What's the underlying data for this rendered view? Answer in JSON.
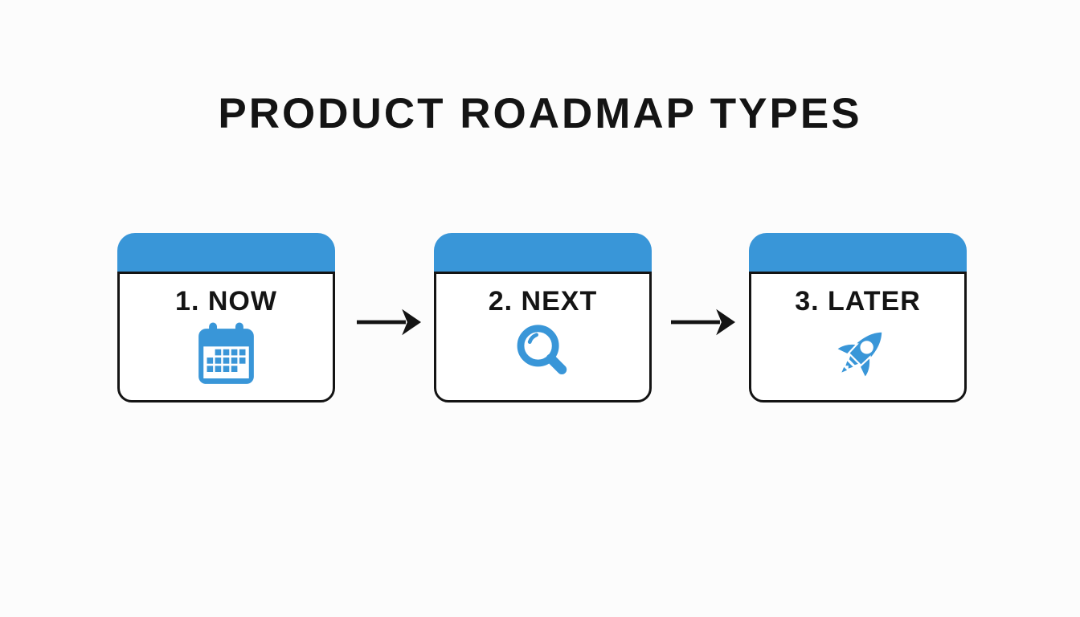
{
  "title": "PRODUCT ROADMAP TYPES",
  "colors": {
    "accent_blue": "#3996D8",
    "ink": "#141414",
    "background": "#FCFCFC",
    "card_face": "#FFFFFF"
  },
  "cards": [
    {
      "label": "1. NOW",
      "icon": "calendar-icon"
    },
    {
      "label": "2. NEXT",
      "icon": "magnifier-icon"
    },
    {
      "label": "3. LATER",
      "icon": "rocket-icon"
    }
  ]
}
